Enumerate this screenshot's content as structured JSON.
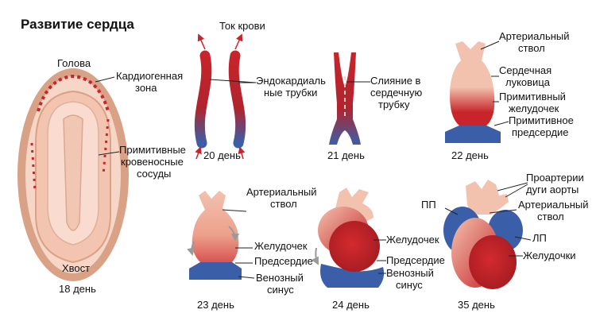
{
  "title": "Развитие сердца",
  "colors": {
    "red": "#c8242a",
    "dark_red": "#a51c22",
    "blue": "#3a5fa8",
    "pale": "#f2c2ae",
    "embryo_outer": "#d9a186",
    "embryo_inner": "#f6d6c6",
    "arrow": "#c8242a"
  },
  "embryo": {
    "head": "Голова",
    "cardiogenic_line1": "Кардиогенная",
    "cardiogenic_line2": "зона",
    "vessels_line1": "Примитивные",
    "vessels_line2": "кровеносные",
    "vessels_line3": "сосуды",
    "tail": "Хвост",
    "day": "18 день"
  },
  "stage20": {
    "blood_flow": "Ток крови",
    "endo_line1": "Эндокардиаль",
    "endo_line2": "ные трубки",
    "day": "20 день"
  },
  "stage21": {
    "merge_line1": "Слияние в",
    "merge_line2": "сердечную",
    "merge_line3": "трубку",
    "day": "21 день"
  },
  "stage22": {
    "trunk_line1": "Артериальный",
    "trunk_line2": "ствол",
    "bulb_line1": "Сердечная",
    "bulb_line2": "луковица",
    "ventricle_line1": "Примитивный",
    "ventricle_line2": "желудочек",
    "atrium_line1": "Примитивное",
    "atrium_line2": "предсердие",
    "day": "22 день"
  },
  "stage23": {
    "trunk_line1": "Артериальный",
    "trunk_line2": "ствол",
    "ventricle": "Желудочек",
    "atrium": "Предсердие",
    "sinus_line1": "Венозный",
    "sinus_line2": "синус",
    "day": "23 день"
  },
  "stage24": {
    "ventricle": "Желудочек",
    "atrium": "Предсердие",
    "sinus_line1": "Венозный",
    "sinus_line2": "синус",
    "day": "24 день"
  },
  "stage35": {
    "arches_line1": "Проартерии",
    "arches_line2": "дуги аорты",
    "ra": "ПП",
    "trunk_line1": "Артериальный",
    "trunk_line2": "ствол",
    "la": "ЛП",
    "ventricles": "Желудочки",
    "day": "35 день"
  }
}
